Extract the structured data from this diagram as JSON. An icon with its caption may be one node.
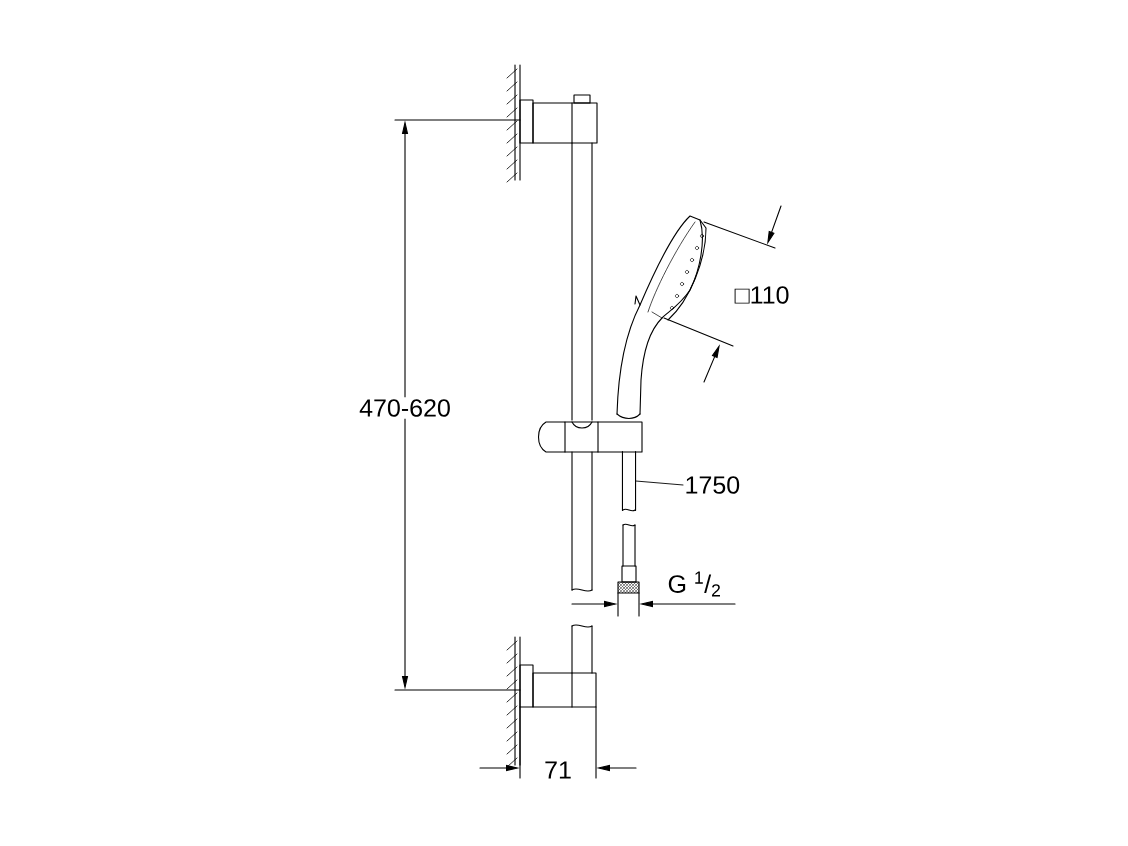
{
  "diagram": {
    "nodes": [
      {
        "text": [
          "1750"
        ]
      },
      {
        "text": [],
        "shape": "picture"
      }
    ],
    "edges": [
      {
        "from": 0,
        "to": 1,
        "arrow": "none"
      }
    ],
    "labels": [
      "□110",
      "470-620",
      "G $^{1}$/$_{2}$",
      "71"
    ]
  }
}
